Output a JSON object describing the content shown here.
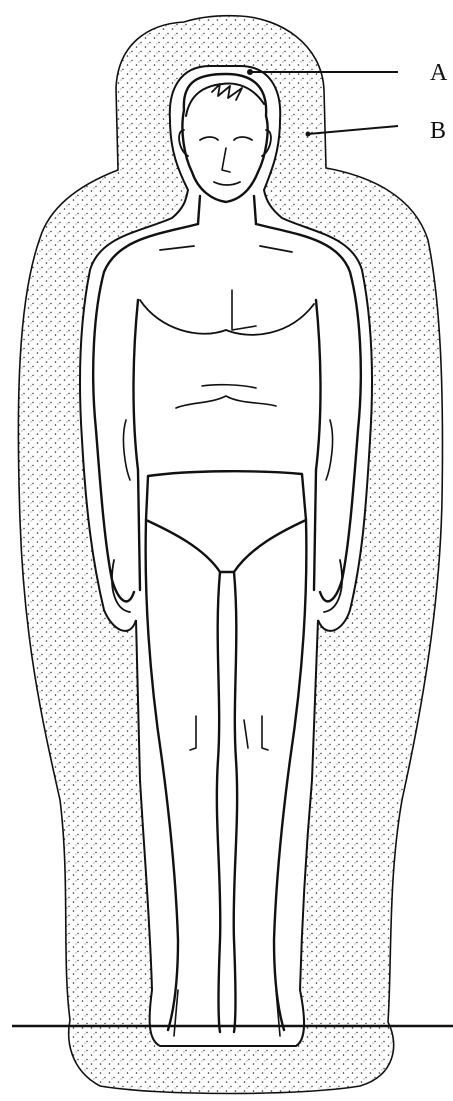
{
  "diagram": {
    "labels": [
      {
        "id": "A",
        "text": "A"
      },
      {
        "id": "B",
        "text": "B"
      }
    ],
    "colors": {
      "ink": "#111111",
      "background": "#ffffff",
      "stipple": "#2a2a2a"
    }
  }
}
